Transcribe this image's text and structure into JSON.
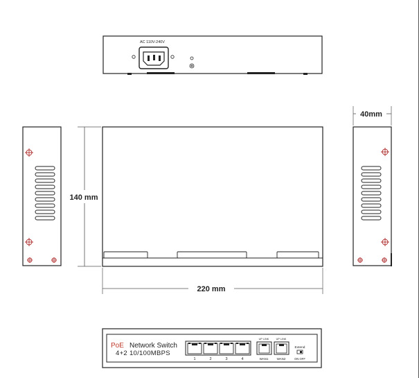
{
  "back_panel": {
    "power_label": "AC  110V-240V"
  },
  "dimensions": {
    "height": "140 mm",
    "width": "220 mm",
    "depth": "40mm"
  },
  "front_panel": {
    "brand_prefix": "PoE",
    "product_name": "Network Switch",
    "spec": "4+2 10/100MBPS",
    "lan_ports": [
      "1",
      "2",
      "3",
      "4"
    ],
    "wan_ports": [
      {
        "top_label": "UP LINK",
        "bottom_label": "WAN1"
      },
      {
        "top_label": "UP LINK",
        "bottom_label": "WAN2"
      }
    ],
    "extend_label": "Extend",
    "switch_states": "ON OFF"
  },
  "colors": {
    "line": "#222222",
    "brand_red": "#c0392b",
    "screw_red": "#b03030",
    "dimension_line": "#555555"
  }
}
